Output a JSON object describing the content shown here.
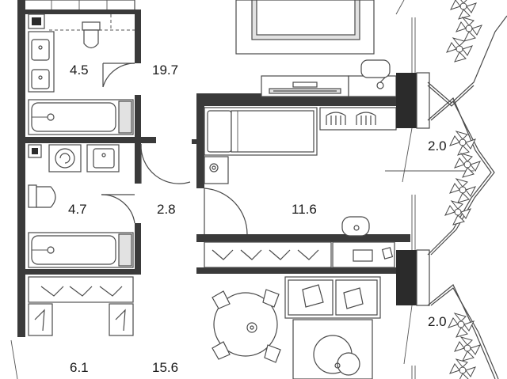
{
  "floorplan": {
    "rooms": [
      {
        "id": "bathroom-1",
        "area": "4.5"
      },
      {
        "id": "hallway-top",
        "area": "19.7"
      },
      {
        "id": "bathroom-2",
        "area": "4.7"
      },
      {
        "id": "corridor",
        "area": "2.8"
      },
      {
        "id": "bedroom",
        "area": "11.6"
      },
      {
        "id": "balcony-1",
        "area": "2.0"
      },
      {
        "id": "balcony-2",
        "area": "2.0"
      },
      {
        "id": "wardrobe",
        "area": "6.1"
      },
      {
        "id": "living-kitchen",
        "area": "15.6"
      }
    ],
    "colors": {
      "wall": "#3a3a3a",
      "fixture_fill": "#ffffff",
      "fixture_stroke": "#4a4a4a",
      "shade": "#e2e2e2"
    }
  }
}
